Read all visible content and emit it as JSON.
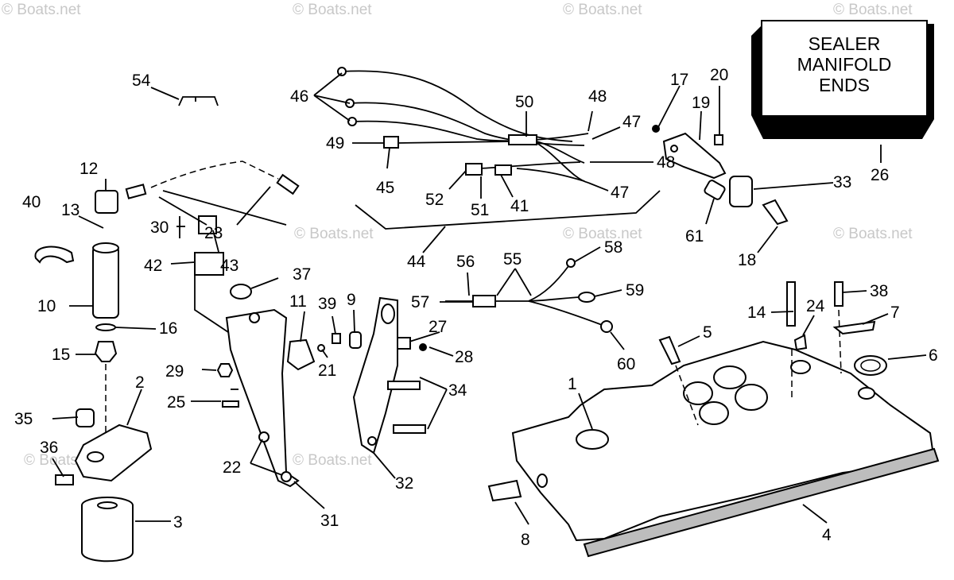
{
  "watermark": {
    "text": "© Boats.net",
    "color": "#c8c8c8"
  },
  "sealer_box": {
    "lines": [
      "SEALER",
      "MANIFOLD",
      "ENDS"
    ]
  },
  "callouts": {
    "c1": "1",
    "c2": "2",
    "c3": "3",
    "c4": "4",
    "c5": "5",
    "c6": "6",
    "c7": "7",
    "c8": "8",
    "c9": "9",
    "c10": "10",
    "c11": "11",
    "c12": "12",
    "c13": "13",
    "c14": "14",
    "c15": "15",
    "c16": "16",
    "c17": "17",
    "c18": "18",
    "c19": "19",
    "c20": "20",
    "c21": "21",
    "c22": "22",
    "c23": "23",
    "c24": "24",
    "c25": "25",
    "c26": "26",
    "c27": "27",
    "c28": "28",
    "c29": "29",
    "c30": "30",
    "c31": "31",
    "c32": "32",
    "c33": "33",
    "c34": "34",
    "c35": "35",
    "c36": "36",
    "c37": "37",
    "c38": "38",
    "c39": "39",
    "c40": "40",
    "c41": "41",
    "c42": "42",
    "c43": "43",
    "c44": "44",
    "c45": "45",
    "c46": "46",
    "c47a": "47",
    "c47b": "47",
    "c48a": "48",
    "c48b": "48",
    "c49": "49",
    "c50": "50",
    "c51": "51",
    "c52": "52",
    "c54": "54",
    "c55": "55",
    "c56": "56",
    "c57": "57",
    "c58": "58",
    "c59": "59",
    "c60": "60",
    "c61": "61"
  }
}
